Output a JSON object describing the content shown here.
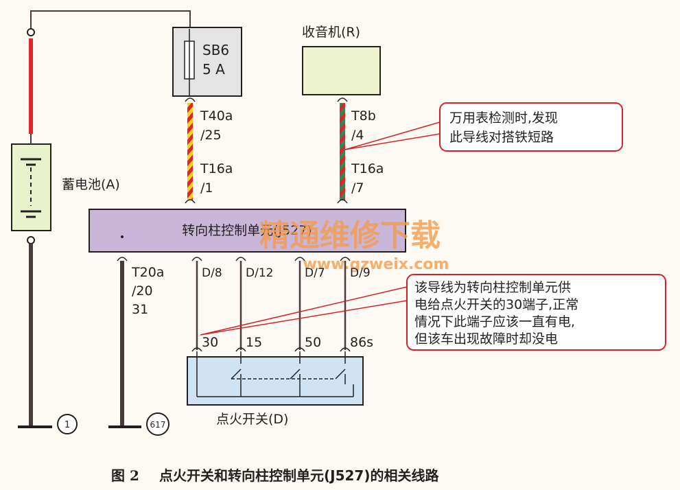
{
  "components": {
    "fuse": {
      "name": "SB6",
      "rating": "5 A"
    },
    "radio": {
      "label": "收音机(R)"
    },
    "battery": {
      "label": "蓄电池(A)"
    },
    "control_unit": {
      "label": "转向柱控制单元(J527)"
    },
    "ignition_switch": {
      "label": "点火开关(D)"
    }
  },
  "connectors": {
    "t40a_25": {
      "name": "T40a",
      "pin": "/25"
    },
    "t16a_1": {
      "name": "T16a",
      "pin": "/1"
    },
    "t8b_4": {
      "name": "T8b",
      "pin": "/4"
    },
    "t16a_7": {
      "name": "T16a",
      "pin": "/7"
    },
    "t20a_20": {
      "name": "T20a",
      "pin": "/20",
      "wire": "31"
    },
    "d8": "D/8",
    "d12": "D/12",
    "d7": "D/7",
    "d9": "D/9"
  },
  "switch_terminals": [
    "30",
    "15",
    "50",
    "86s"
  ],
  "grounds": [
    "1",
    "617"
  ],
  "callouts": {
    "short_circuit": [
      "万用表检测时,发现",
      "此导线对搭铁短路"
    ],
    "supply_wire": [
      "该导线为转向柱控制单元供",
      "电给点火开关的30端子,正常",
      "情况下此端子应该一直有电,",
      "但该车出现故障时却没电"
    ]
  },
  "watermark": {
    "text": "精通维修下载",
    "url": "www.gzweix.com"
  },
  "caption": {
    "number": "图 2",
    "text": "点火开关和转向柱控制单元(J527)的相关线路"
  },
  "colors": {
    "wire_dark": "#4a3a3c",
    "wire_red": "#e0242a",
    "wire_yellow": "#f3d21c",
    "wire_green": "#2e8b57",
    "control_unit_fill": "#c9b6d8",
    "battery_fill": "#e8f3cc",
    "radio_fill": "#eef3cf",
    "fuse_fill": "#e4e4e4",
    "switch_fill": "#cfe3f2",
    "callout_border": "#d2232a",
    "watermark": "#f29b4a"
  }
}
